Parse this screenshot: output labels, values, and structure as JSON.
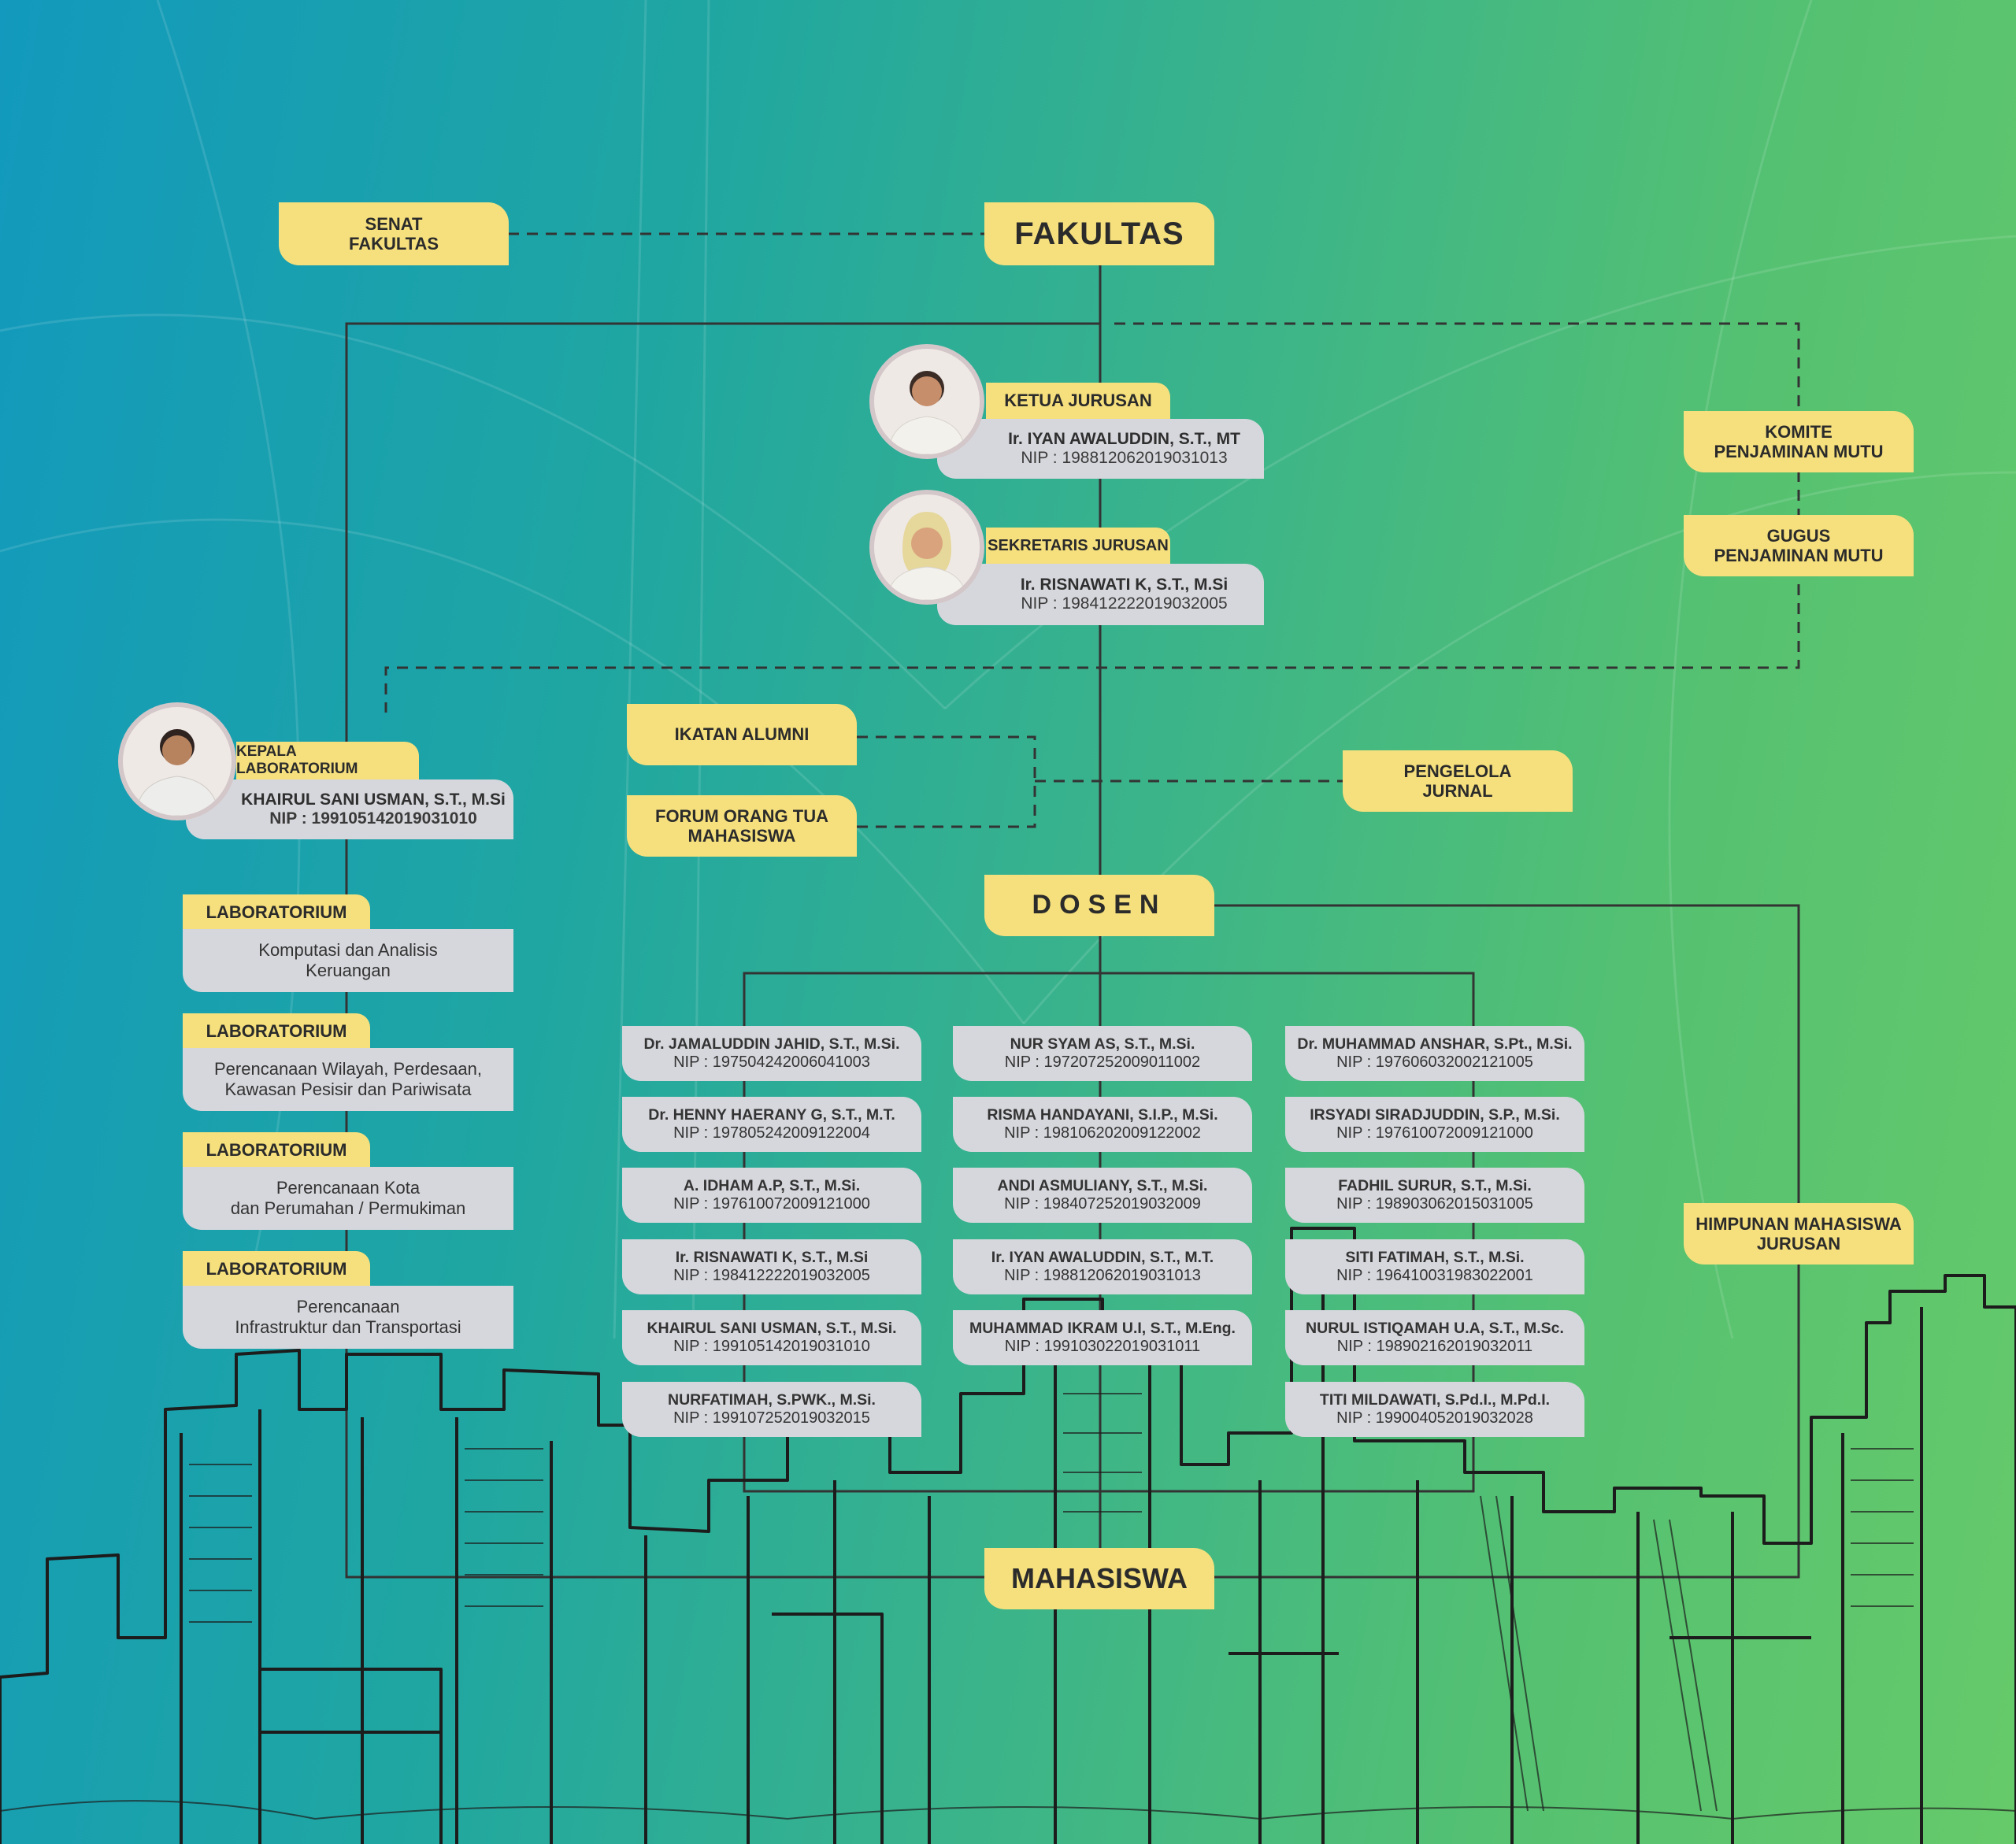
{
  "colors": {
    "box_yellow": "#f6e07d",
    "box_gray": "#d6d7dc",
    "line_dark": "#333333",
    "bg_left": "#1299bd",
    "bg_right": "#66ca6a"
  },
  "top": {
    "senat": "SENAT FAKULTAS",
    "fakultas": "FAKULTAS",
    "komite": "KOMITE PENJAMINAN MUTU",
    "gugus": "GUGUS PENJAMINAN MUTU"
  },
  "ketua": {
    "role": "KETUA JURUSAN",
    "name": "Ir. IYAN AWALUDDIN, S.T., MT",
    "nip": "NIP : 198812062019031013"
  },
  "sekretaris": {
    "role": "SEKRETARIS JURUSAN",
    "name": "Ir. RISNAWATI K, S.T., M.Si",
    "nip": "NIP : 198412222019032005"
  },
  "kepala_lab": {
    "role": "KEPALA LABORATORIUM",
    "name": "KHAIRUL SANI USMAN, S.T., M.Si",
    "nip": "NIP : 199105142019031010"
  },
  "labs": [
    {
      "tab": "LABORATORIUM",
      "line1": "Komputasi dan Analisis",
      "line2": "Keruangan"
    },
    {
      "tab": "LABORATORIUM",
      "line1": "Perencanaan Wilayah, Perdesaan,",
      "line2": "Kawasan Pesisir dan Pariwisata"
    },
    {
      "tab": "LABORATORIUM",
      "line1": "Perencanaan Kota",
      "line2": "dan Perumahan / Permukiman"
    },
    {
      "tab": "LABORATORIUM",
      "line1": "Perencanaan",
      "line2": "Infrastruktur dan Transportasi"
    }
  ],
  "side": {
    "ikatan": "IKATAN ALUMNI",
    "forum": "FORUM ORANG TUA MAHASISWA",
    "jurnal": "PENGELOLA JURNAL",
    "himpunan": "HIMPUNAN MAHASISWA JURUSAN"
  },
  "dosen_title": "DOSEN",
  "mahasiswa_title": "MAHASISWA",
  "dosen": [
    [
      {
        "name": "Dr. JAMALUDDIN JAHID, S.T., M.Si.",
        "nip": "NIP : 197504242006041003"
      },
      {
        "name": "Dr. HENNY HAERANY G, S.T., M.T.",
        "nip": "NIP : 197805242009122004"
      },
      {
        "name": "A. IDHAM A.P, S.T., M.Si.",
        "nip": "NIP : 197610072009121000"
      },
      {
        "name": "Ir. RISNAWATI K, S.T., M.Si",
        "nip": "NIP : 198412222019032005"
      },
      {
        "name": "KHAIRUL SANI USMAN, S.T., M.Si.",
        "nip": "NIP : 199105142019031010"
      },
      {
        "name": "NURFATIMAH, S.PWK., M.Si.",
        "nip": "NIP : 199107252019032015"
      }
    ],
    [
      {
        "name": "NUR SYAM AS, S.T., M.Si.",
        "nip": "NIP : 197207252009011002"
      },
      {
        "name": "RISMA HANDAYANI, S.I.P., M.Si.",
        "nip": "NIP : 198106202009122002"
      },
      {
        "name": "ANDI ASMULIANY, S.T., M.Si.",
        "nip": "NIP : 198407252019032009"
      },
      {
        "name": "Ir. IYAN AWALUDDIN, S.T., M.T.",
        "nip": "NIP : 198812062019031013"
      },
      {
        "name": "MUHAMMAD IKRAM U.I, S.T., M.Eng.",
        "nip": "NIP : 199103022019031011"
      }
    ],
    [
      {
        "name": "Dr. MUHAMMAD ANSHAR, S.Pt., M.Si.",
        "nip": "NIP : 197606032002121005"
      },
      {
        "name": "IRSYADI SIRADJUDDIN, S.P., M.Si.",
        "nip": "NIP : 197610072009121000"
      },
      {
        "name": "FADHIL SURUR, S.T., M.Si.",
        "nip": "NIP : 198903062015031005"
      },
      {
        "name": "SITI FATIMAH, S.T., M.Si.",
        "nip": "NIP : 196410031983022001"
      },
      {
        "name": "NURUL ISTIQAMAH U.A, S.T., M.Sc.",
        "nip": "NIP : 198902162019032011"
      },
      {
        "name": "TITI MILDAWATI, S.Pd.I., M.Pd.I.",
        "nip": "NIP : 199004052019032028"
      }
    ]
  ]
}
